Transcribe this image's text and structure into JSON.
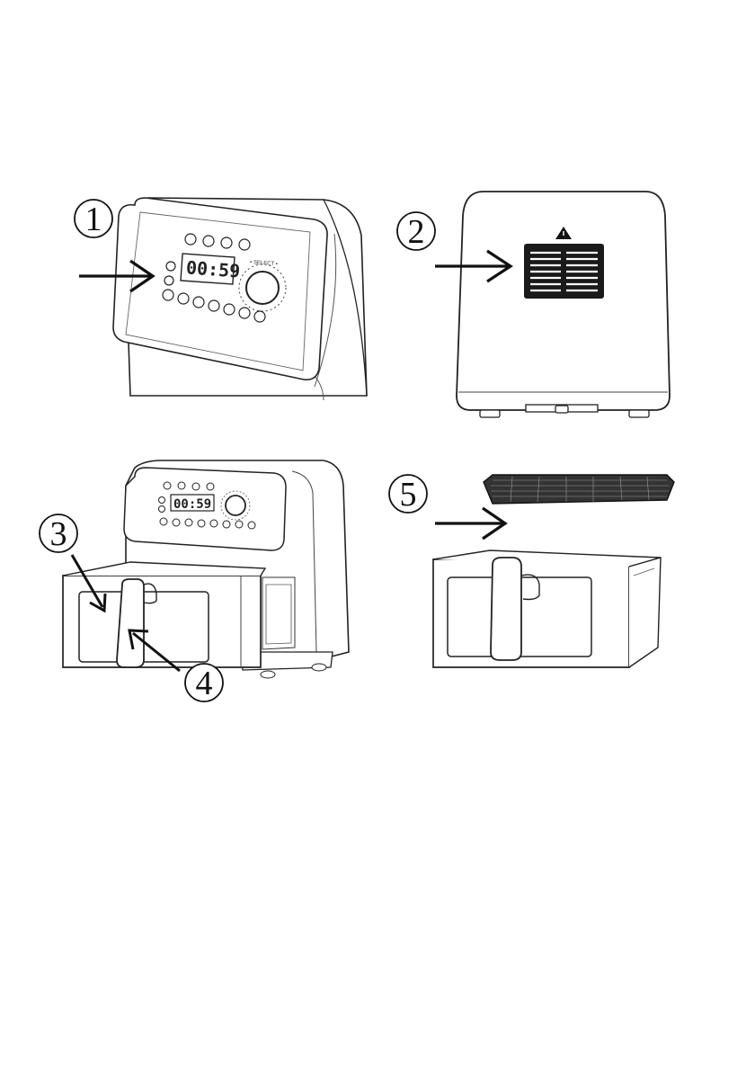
{
  "callouts": {
    "c1": "1",
    "c2": "2",
    "c3": "3",
    "c4": "4",
    "c5": "5"
  },
  "panel": {
    "display_time": "00:59",
    "dial_label": "▪ SELECT ▪",
    "small_display_time": "00:59"
  },
  "icons": {
    "arrow": "arrow-right-icon",
    "warning": "warning-triangle-icon"
  },
  "colors": {
    "ink": "#111111",
    "vent_fill": "#1a1a1a",
    "paper": "#ffffff"
  }
}
